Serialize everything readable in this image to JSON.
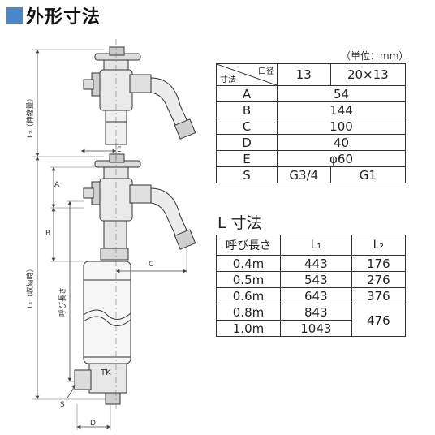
{
  "heading": "外形寸法",
  "unit_note": "（単位：mm）",
  "spec_table": {
    "corner_top": "口径",
    "corner_bottom": "寸法",
    "col_13": "13",
    "col_20x13": "20×13",
    "rows": [
      {
        "label": "A",
        "value": "54"
      },
      {
        "label": "B",
        "value": "144"
      },
      {
        "label": "C",
        "value": "100"
      },
      {
        "label": "D",
        "value": "40"
      },
      {
        "label": "E",
        "value": "φ60"
      }
    ],
    "s_row": {
      "label": "S",
      "v13": "G3/4",
      "v20": "G1"
    }
  },
  "l_table": {
    "title": "L 寸法",
    "h_len": "呼び長さ",
    "h_l1": "L₁",
    "h_l2": "L₂",
    "rows": [
      {
        "len": "0.4m",
        "l1": "443",
        "l2": "176"
      },
      {
        "len": "0.5m",
        "l1": "543",
        "l2": "276"
      },
      {
        "len": "0.6m",
        "l1": "643",
        "l2": "376"
      },
      {
        "len": "0.8m",
        "l1": "843"
      },
      {
        "len": "1.0m",
        "l1": "1043"
      }
    ],
    "merged_l2": "476"
  },
  "drawing": {
    "label_l2": "L₂（伸縮量）",
    "label_l1": "L₁（収納時）",
    "label_yobi": "呼び長さ",
    "label_a": "A",
    "label_b": "B",
    "label_c": "C",
    "label_d": "D",
    "label_e": "E",
    "label_s": "S",
    "brand": "TK"
  }
}
